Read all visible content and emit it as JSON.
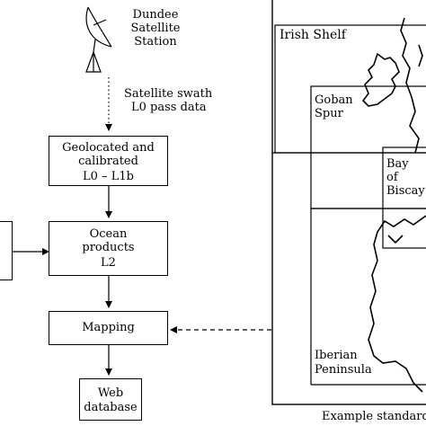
{
  "station": {
    "lines": [
      "Dundee",
      "Satellite",
      "Station"
    ]
  },
  "swath": {
    "lines": [
      "Satellite swath",
      "L0 pass data"
    ]
  },
  "boxes": {
    "geolocated": {
      "line1": "Geolocated and",
      "line2": "calibrated",
      "line3": "L0 – L1b"
    },
    "ocean": {
      "line1": "Ocean",
      "line2": "products",
      "line3": "L2"
    },
    "mapping": {
      "label": "Mapping"
    },
    "web": {
      "line1": "Web",
      "line2": "database"
    }
  },
  "map": {
    "regions": {
      "irish_shelf": "Irish Shelf",
      "goban_spur_1": "Goban",
      "goban_spur_2": "Spur",
      "bay_biscay_1": "Bay",
      "bay_biscay_2": "of",
      "bay_biscay_3": "Biscay",
      "iberian_1": "Iberian",
      "iberian_2": "Peninsula"
    },
    "caption": "Example standard"
  }
}
